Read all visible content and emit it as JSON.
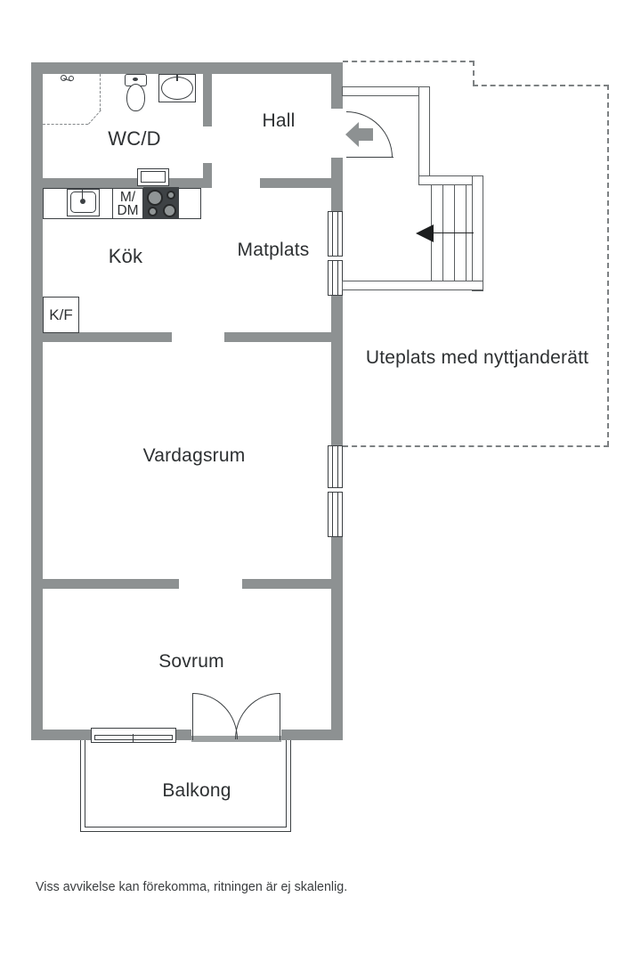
{
  "floorplan": {
    "rooms": {
      "wcd": "WC/D",
      "hall": "Hall",
      "kok": "Kök",
      "matplats": "Matplats",
      "vardagsrum": "Vardagsrum",
      "sovrum": "Sovrum",
      "balkong": "Balkong",
      "uteplats": "Uteplats med nyttjanderätt"
    },
    "fixtures": {
      "kf": "K/F",
      "m": "M/",
      "dm": "DM"
    },
    "disclaimer": "Viss avvikelse kan förekomma, ritningen är ej skalenlig.",
    "colors": {
      "wall": "#8d9192",
      "line": "#3c4043",
      "stove": "#3e4245",
      "burner": "#909596",
      "dashed": "#7d8183",
      "text": "#2d3032"
    }
  }
}
